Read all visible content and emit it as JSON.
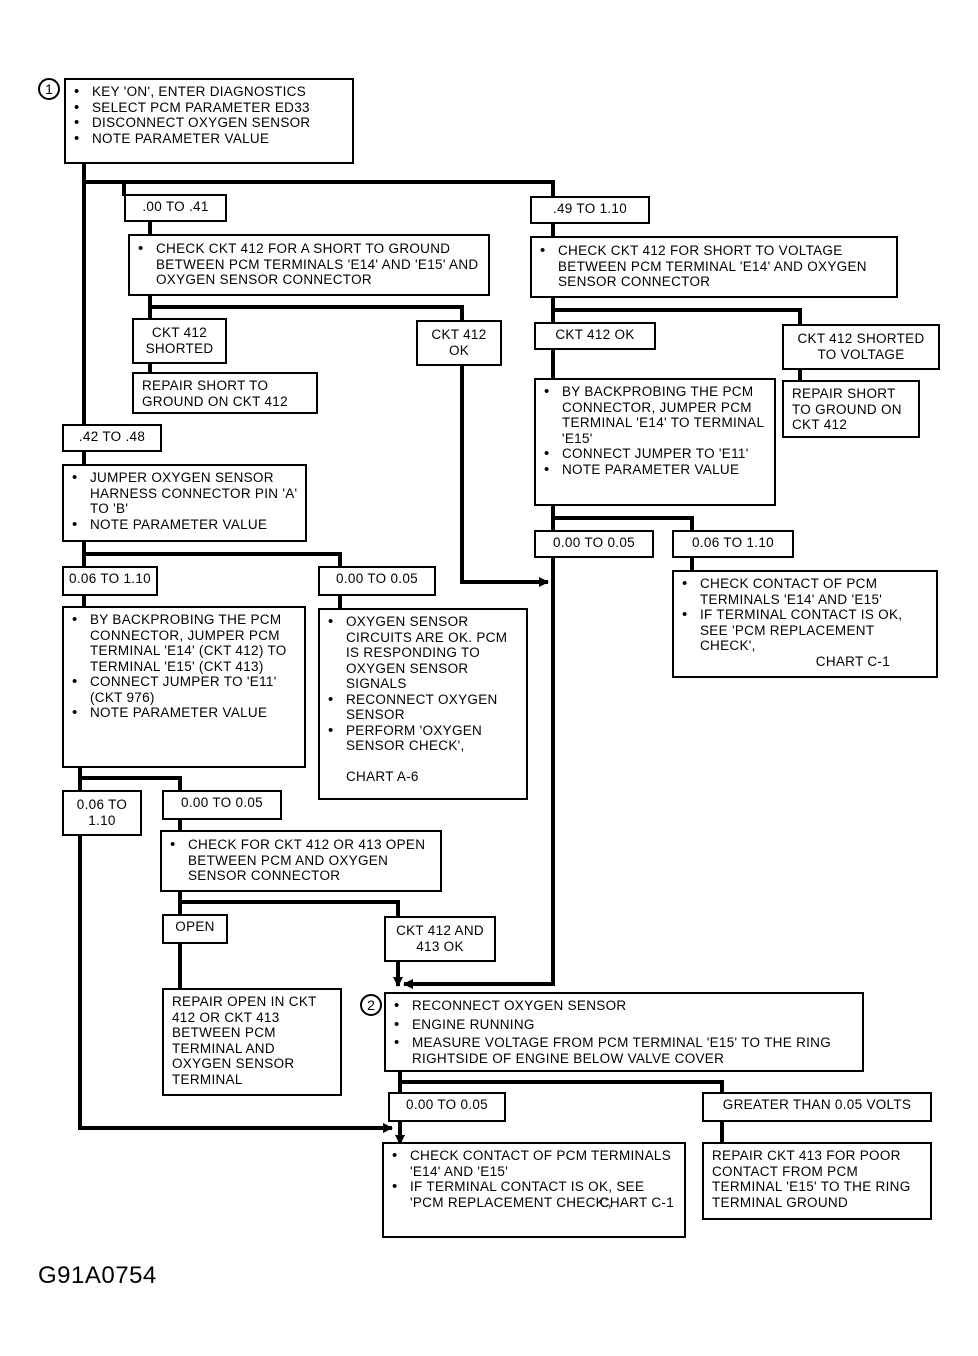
{
  "step1": {
    "number": "1",
    "items": [
      "KEY 'ON', ENTER DIAGNOSTICS",
      "SELECT PCM PARAMETER ED33",
      "DISCONNECT OXYGEN SENSOR",
      "NOTE PARAMETER VALUE"
    ]
  },
  "range_low": ".00 TO .41",
  "range_high": ".49 TO 1.10",
  "check_short_ground": [
    "CHECK CKT 412 FOR A SHORT TO GROUND BETWEEN PCM TERMINALS 'E14' AND 'E15' AND OXYGEN SENSOR CONNECTOR"
  ],
  "ckt412_shorted": "CKT 412 SHORTED",
  "ckt412_ok_left": "CKT 412 OK",
  "repair_short_ground": "REPAIR SHORT TO GROUND ON CKT 412",
  "range_mid": ".42 TO .48",
  "jumper_o2": [
    "JUMPER OXYGEN SENSOR HARNESS CONNECTOR PIN 'A' TO 'B'",
    "NOTE PARAMETER VALUE"
  ],
  "mid_high": "0.06 TO 1.10",
  "mid_low": "0.00 TO 0.05",
  "backprobe_left": [
    "BY BACKPROBING THE PCM CONNECTOR, JUMPER PCM TERMINAL 'E14' (CKT 412) TO TERMINAL 'E15' (CKT 413)",
    "CONNECT JUMPER TO 'E11' (CKT 976)",
    "NOTE PARAMETER VALUE"
  ],
  "o2_ok": {
    "items": [
      "OXYGEN SENSOR CIRCUITS ARE OK. PCM IS RESPONDING TO OXYGEN SENSOR SIGNALS",
      "RECONNECT OXYGEN SENSOR",
      "PERFORM 'OXYGEN SENSOR CHECK',"
    ],
    "chart": "CHART A-6"
  },
  "lower_high": "0.06 TO 1.10",
  "lower_low": "0.00 TO 0.05",
  "check_open": [
    "CHECK FOR CKT 412 OR 413 OPEN BETWEEN PCM AND OXYGEN SENSOR CONNECTOR"
  ],
  "open_label": "OPEN",
  "ckt_412_413_ok": "CKT 412 AND 413 OK",
  "repair_open": "REPAIR OPEN IN CKT 412 OR CKT 413 BETWEEN PCM TERMINAL AND OXYGEN SENSOR TERMINAL",
  "check_short_voltage": [
    "CHECK CKT 412 FOR SHORT TO VOLTAGE BETWEEN PCM TERMINAL 'E14' AND OXYGEN SENSOR CONNECTOR"
  ],
  "ckt412_ok_right": "CKT 412 OK",
  "ckt412_shorted_voltage": "CKT 412 SHORTED TO VOLTAGE",
  "backprobe_right": [
    "BY BACKPROBING THE PCM CONNECTOR, JUMPER PCM TERMINAL 'E14' TO TERMINAL 'E15'",
    "CONNECT JUMPER TO 'E11'",
    "NOTE PARAMETER VALUE"
  ],
  "repair_short_right": "REPAIR SHORT TO GROUND ON CKT 412",
  "right_low": "0.00 TO 0.05",
  "right_high": "0.06 TO 1.10",
  "contact_check_right": {
    "items": [
      "CHECK CONTACT OF PCM TERMINALS 'E14' AND 'E15'",
      "IF TERMINAL CONTACT IS OK, SEE 'PCM REPLACEMENT CHECK',"
    ],
    "chart": "CHART C-1"
  },
  "step2": {
    "number": "2",
    "items": [
      "RECONNECT OXYGEN SENSOR",
      "ENGINE RUNNING",
      "MEASURE VOLTAGE FROM PCM TERMINAL 'E15' TO THE RING RIGHTSIDE OF ENGINE BELOW VALVE COVER"
    ]
  },
  "final_low": "0.00 TO 0.05",
  "final_high": "GREATER THAN 0.05 VOLTS",
  "contact_check_bottom": {
    "items": [
      "CHECK CONTACT OF PCM TERMINALS 'E14' AND 'E15'",
      "IF TERMINAL CONTACT IS OK, SEE 'PCM REPLACEMENT CHECK',"
    ],
    "chart": "CHART C-1"
  },
  "repair_ckt413": "REPAIR CKT 413 FOR POOR CONTACT FROM PCM TERMINAL 'E15' TO THE RING TERMINAL GROUND",
  "figure_id": "G91A0754"
}
